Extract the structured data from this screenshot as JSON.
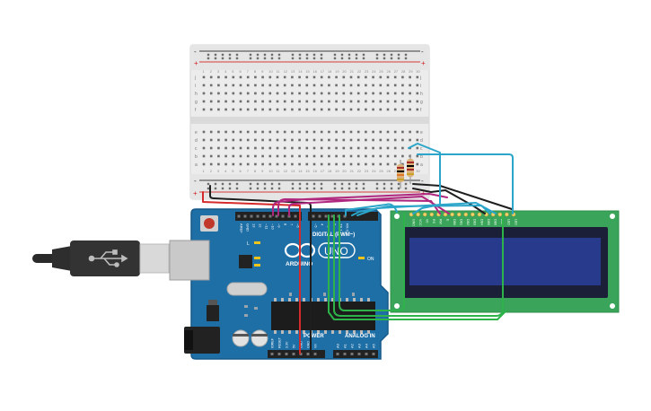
{
  "breadboard": {
    "rail_plus": "+",
    "rail_minus": "-",
    "row_letters_top": [
      "j",
      "i",
      "h",
      "g",
      "f"
    ],
    "row_letters_bottom": [
      "e",
      "d",
      "c",
      "b",
      "a"
    ],
    "column_count": 30
  },
  "arduino": {
    "brand": "ARDUINO",
    "model": "UNO",
    "digital_label": "DIGITAL (PWM~)",
    "power_label": "POWER",
    "analog_label": "ANALOG IN",
    "on_label": "ON",
    "led_labels": [
      "L",
      "TX",
      "RX"
    ],
    "digital_pins": [
      "AREF",
      "GND",
      "13",
      "12",
      "~11",
      "~10",
      "~9",
      "8",
      "7",
      "~6",
      "~5",
      "4",
      "~3",
      "2",
      "TX 1",
      "RX 0"
    ],
    "power_pins": [
      "IOREF",
      "RESET",
      "3.3V",
      "5V",
      "GND",
      "GND",
      "Vin"
    ],
    "analog_pins": [
      "A0",
      "A1",
      "A2",
      "A3",
      "A4",
      "A5"
    ],
    "colors": {
      "board": "#1f6fa7",
      "board_dark": "#175a89"
    }
  },
  "lcd": {
    "pins": [
      "GND",
      "VCC",
      "V0",
      "RS",
      "RW",
      "E",
      "DB0",
      "DB1",
      "DB2",
      "DB3",
      "DB4",
      "DB5",
      "DB6",
      "DB7",
      "LED",
      "LED"
    ],
    "colors": {
      "pcb": "#3aa55a",
      "screen": "#283a8c"
    }
  },
  "usb": {
    "icon": "usb-icon"
  },
  "wire_colors": {
    "red": "#d42a2a",
    "black": "#1e1e1e",
    "magenta": "#b0277f",
    "cyan": "#2ba5c9",
    "green": "#2db34a"
  }
}
